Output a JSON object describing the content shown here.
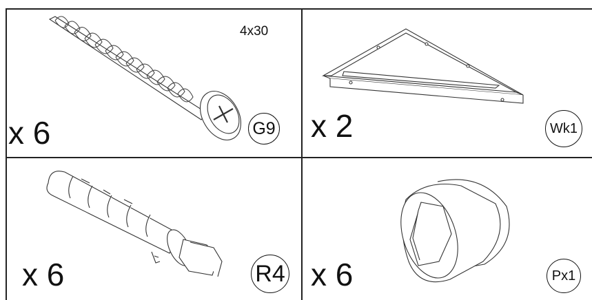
{
  "parts": [
    {
      "id": "G9",
      "quantity": "x 6",
      "size": "4x30",
      "code": "G9",
      "icon": "screw-icon"
    },
    {
      "id": "Wk1",
      "quantity": "x 2",
      "code": "Wk1",
      "icon": "angle-bracket-icon"
    },
    {
      "id": "R4",
      "quantity": "x 6",
      "code": "R4",
      "icon": "wall-anchor-bolt-icon"
    },
    {
      "id": "Px1",
      "quantity": "x 6",
      "code": "Px1",
      "icon": "cap-nut-cover-icon"
    }
  ]
}
